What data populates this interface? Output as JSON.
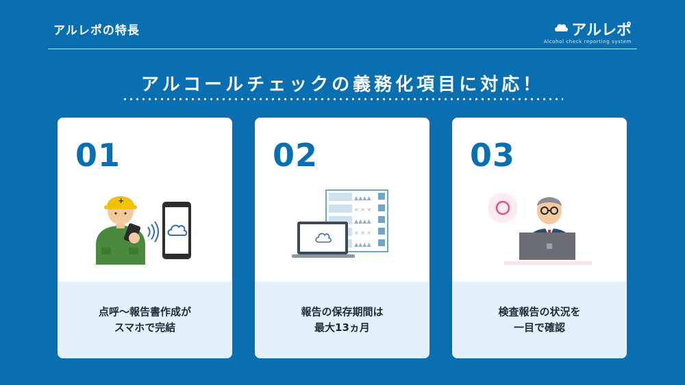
{
  "header": {
    "title": "アルレポの特長",
    "logo": {
      "name": "アルレポ",
      "tagline": "Alcohol check reporting system"
    }
  },
  "main": {
    "title": "アルコールチェックの義務化項目に対応！",
    "cards": [
      {
        "number": "01",
        "caption": "点呼～報告書作成が\nスマホで完結"
      },
      {
        "number": "02",
        "caption": "報告の保存期間は\n最大13ヵ月"
      },
      {
        "number": "03",
        "caption": "検査報告の状況を\n一目で確認"
      }
    ]
  },
  "colors": {
    "background": "#0a6fb0",
    "accent": "#0a6fb0",
    "caption_bg": "#e3f0fa",
    "card_bg": "#ffffff"
  }
}
